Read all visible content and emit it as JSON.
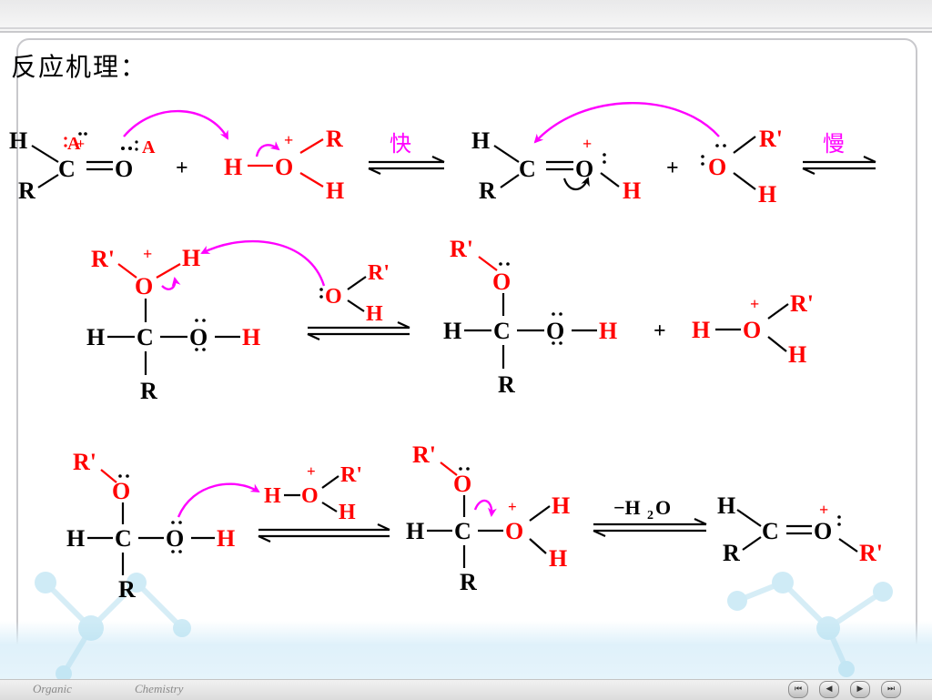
{
  "title": "反应机理：",
  "footer": {
    "left": "Organic",
    "right": "Chemistry"
  },
  "atoms": {
    "H": "H",
    "R": "R",
    "C": "C",
    "O": "O",
    "Rp": "R'"
  },
  "labels": {
    "plus_charge": "+",
    "plus_sign": "+",
    "fast": "快",
    "slow": "慢",
    "minus_water": "−H",
    "water_sub": "2",
    "water_o": "O",
    "garbled": "A"
  },
  "nav_icons": [
    "first-slide-icon",
    "previous-slide-icon",
    "next-slide-icon",
    "last-slide-icon"
  ]
}
